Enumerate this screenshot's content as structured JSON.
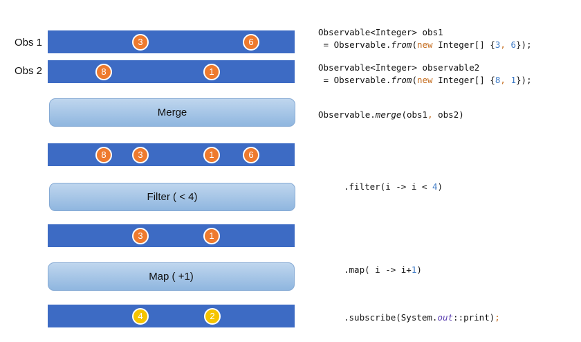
{
  "labels": {
    "obs1": "Obs 1",
    "obs2": "Obs 2"
  },
  "operators": {
    "merge": "Merge",
    "filter": "Filter ( < 4)",
    "map": "Map ( +1)"
  },
  "marbles": {
    "obs1": [
      "3",
      "6"
    ],
    "obs2": [
      "8",
      "1"
    ],
    "merged": [
      "8",
      "3",
      "1",
      "6"
    ],
    "filtered": [
      "3",
      "1"
    ],
    "mapped": [
      "4",
      "2"
    ]
  },
  "code": {
    "line1a": "Observable<Integer> obs1",
    "line1b": {
      "p1": " = Observable.",
      "from": "from",
      "p2": "(",
      "new": "new",
      "p3": " Integer[] {",
      "n1": "3",
      "c": ", ",
      "n2": "6",
      "p4": "});"
    },
    "line2a": "Observable<Integer> observable2",
    "line2b": {
      "p1": " = Observable.",
      "from": "from",
      "p2": "(",
      "new": "new",
      "p3": " Integer[] {",
      "n1": "8",
      "c": ", ",
      "n2": "1",
      "p4": "});"
    },
    "line3": {
      "p1": "Observable.",
      "merge": "merge",
      "p2": "(obs1",
      "c": ",",
      "p3": " obs2)"
    },
    "line4": {
      "p1": ".filter(i -> i < ",
      "n": "4",
      "p2": ")"
    },
    "line5": {
      "p1": ".map( i -> i+",
      "n": "1",
      "p2": ")"
    },
    "line6": {
      "p1": ".subscribe(System.",
      "out": "out",
      "p2": "::print)",
      "semi": ";"
    }
  },
  "colors": {
    "stream": "#3d6bc4",
    "marble_orange": "#ee7a2e",
    "marble_yellow": "#f5c400",
    "operator": "#a9c6e7"
  }
}
